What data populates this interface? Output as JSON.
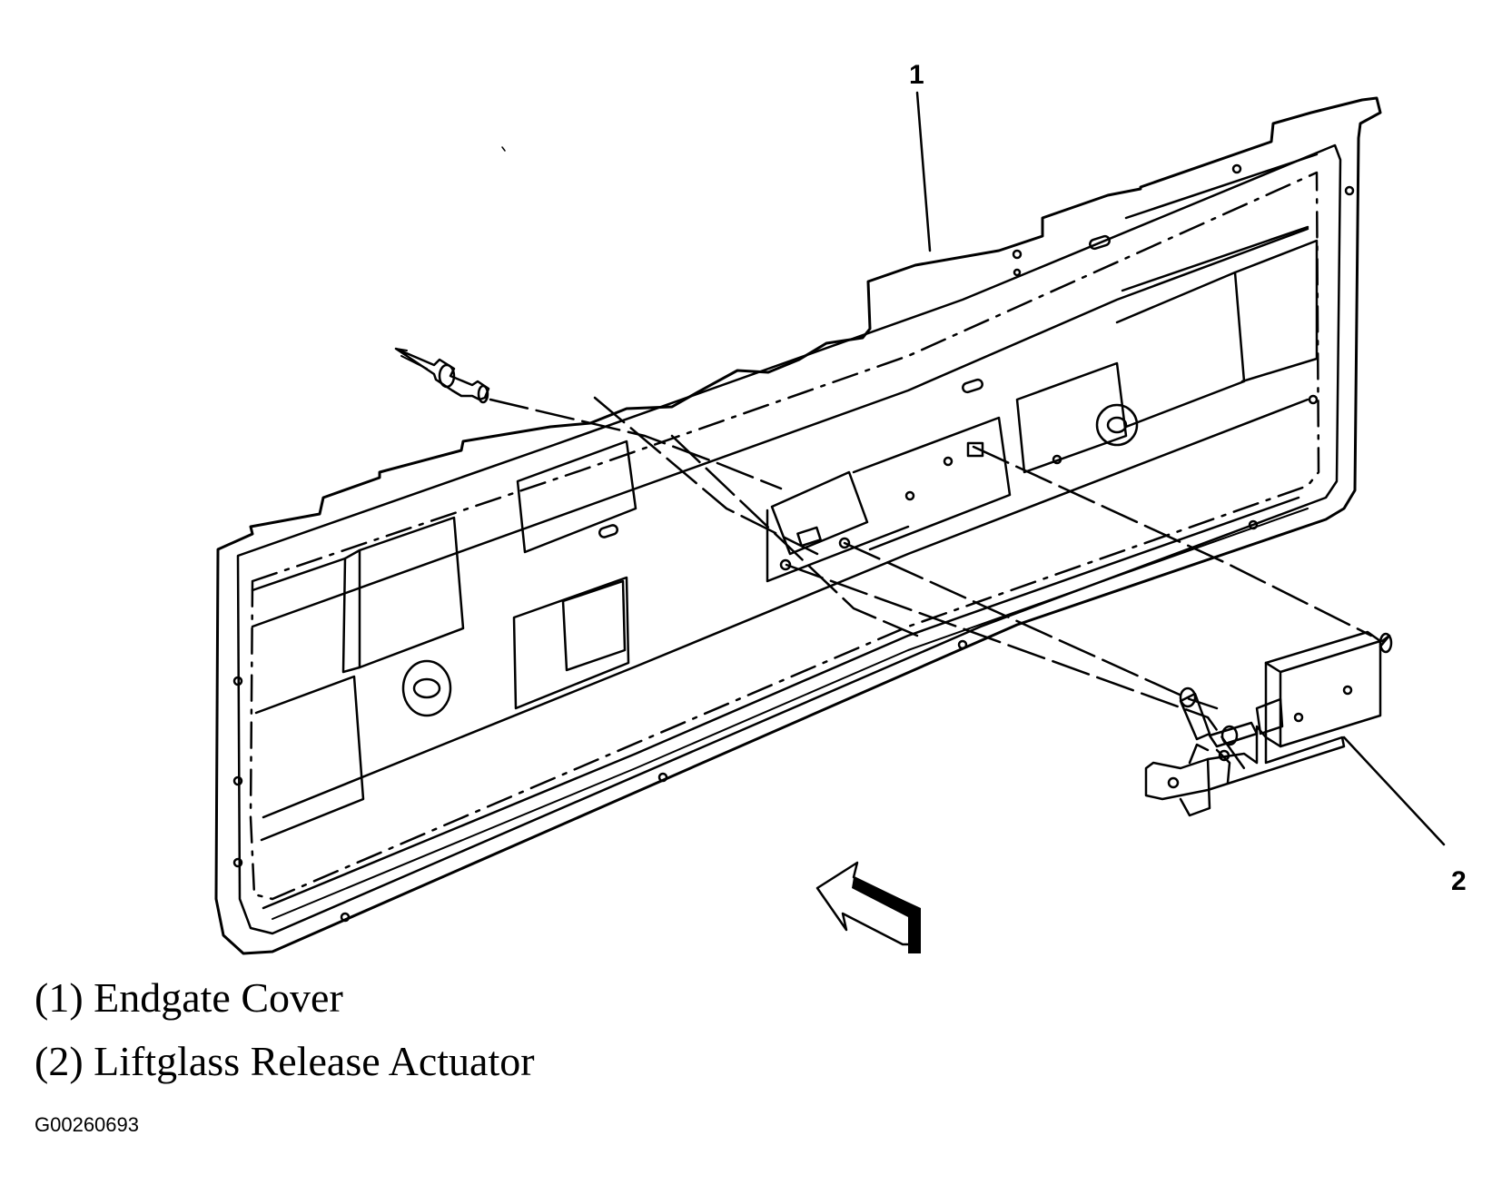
{
  "callouts": {
    "one": "1",
    "two": "2"
  },
  "legend": [
    "(1) Endgate Cover",
    "(2) Liftglass Release Actuator"
  ],
  "figure_id": "G00260693",
  "colors": {
    "ink": "#000000",
    "paper": "#ffffff"
  }
}
